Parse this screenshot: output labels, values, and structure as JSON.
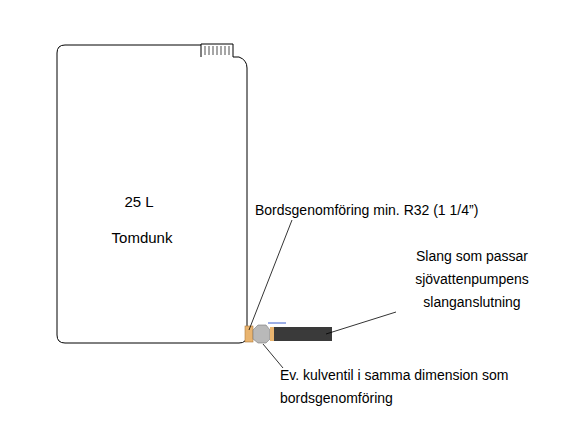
{
  "diagram": {
    "nodes": [
      {
        "text": [
          "25 L",
          "Tomdunk"
        ]
      }
    ],
    "labels": [
      "Bordsgenomföring min. R32 (1 1/4”)",
      "Slang som passar sjövattenpumpens slanganslutning",
      "Ev. kulventil i samma dimension som bordsgenomföring"
    ]
  }
}
